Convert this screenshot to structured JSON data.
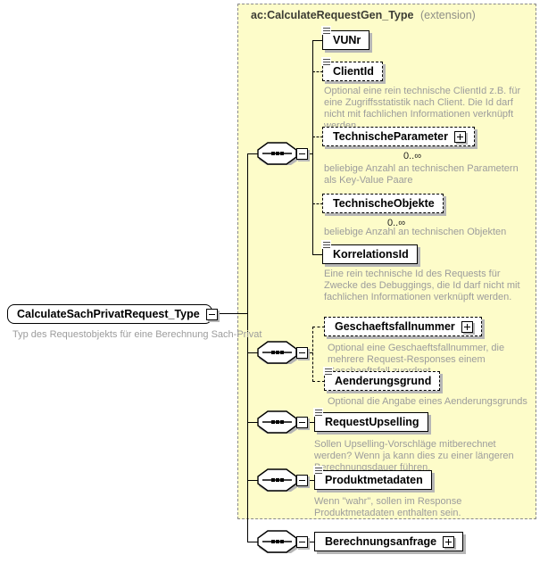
{
  "root": {
    "label": "CalculateSachPrivatRequest_Type",
    "caption": "Typ des Requestobjekts für eine Berechnung Sach-Privat"
  },
  "extension": {
    "title": "ac:CalculateRequestGen_Type",
    "kind": "(extension)"
  },
  "elements": {
    "vunr": {
      "label": "VUNr"
    },
    "clientid": {
      "label": "ClientId",
      "annotation": "Optional eine rein technische ClientId z.B. für eine Zugriffsstatistik nach Client. Die Id darf nicht mit fachlichen Informationen verknüpft werden."
    },
    "technischeparameter": {
      "label": "TechnischeParameter",
      "multiplicity": "0..∞",
      "annotation": "beliebige Anzahl an technischen Parametern als Key-Value Paare"
    },
    "technischeobjekte": {
      "label": "TechnischeObjekte",
      "multiplicity": "0..∞",
      "annotation": "beliebige Anzahl an technischen Objekten"
    },
    "korrelationsid": {
      "label": "KorrelationsId",
      "annotation": "Eine rein technische Id des Requests für Zwecke des Debuggings, die Id darf nicht mit fachlichen Informationen verknüpft werden."
    },
    "geschaeftsfallnummer": {
      "label": "Geschaeftsfallnummer",
      "annotation": "Optional eine Geschaeftsfallnummer, die mehrere Request-Responses einem Geschaeftsfall zuordnet"
    },
    "aenderungsgrund": {
      "label": "Aenderungsgrund",
      "annotation": "Optional die Angabe eines Aenderungsgrunds"
    },
    "requestupselling": {
      "label": "RequestUpselling",
      "annotation": "Sollen Upselling-Vorschläge mitberechnet werden? Wenn ja kann dies zu einer längeren Berechnungsdauer führen."
    },
    "produktmetadaten": {
      "label": "Produktmetadaten",
      "annotation": "Wenn \"wahr\", sollen im Response Produktmetadaten enthalten sein."
    },
    "berechnungsanfrage": {
      "label": "Berechnungsanfrage"
    }
  },
  "colors": {
    "extension_background": "#fdfcc9",
    "annotation_text": "#9c9c9c",
    "box_shadow": "#b6b6b6"
  }
}
